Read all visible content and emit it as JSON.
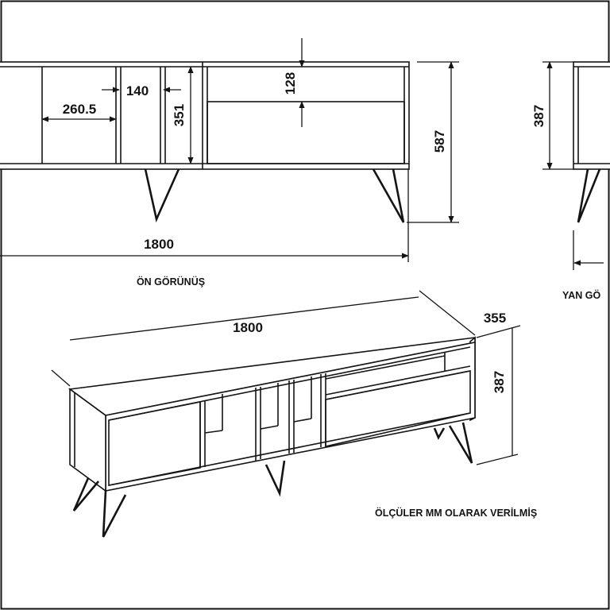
{
  "front_view": {
    "caption": "ÖN GÖRÜNÜŞ",
    "dims": {
      "total_width": "1800",
      "compartment_width": "260.5",
      "divider_gap": "140",
      "inner_height": "351",
      "drawer_opening": "128",
      "total_height": "587"
    }
  },
  "side_view": {
    "caption": "YAN GÖ",
    "dims": {
      "height": "387"
    }
  },
  "iso_view": {
    "dims": {
      "width": "1800",
      "depth": "355",
      "height": "387"
    }
  },
  "note": "ÖLÇÜLER MM OLARAK VERİLMİŞ"
}
